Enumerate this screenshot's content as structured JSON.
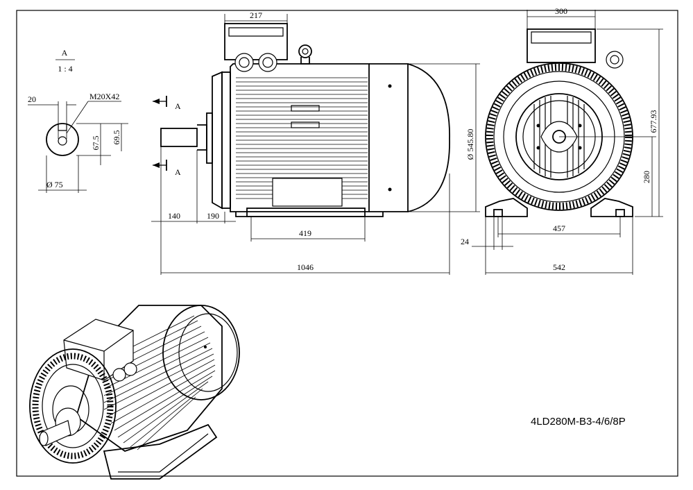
{
  "section_label": {
    "letter": "A",
    "scale": "1 : 4"
  },
  "cut_marks": {
    "top": "A",
    "bottom": "A"
  },
  "shaft_section": {
    "keyway_width": "20",
    "thread": "M20X42",
    "dim_inner": "67.5",
    "dim_outer": "69.5",
    "diameter": "Ø 75"
  },
  "side_view": {
    "terminal_box_width": "217",
    "shaft_length": "140",
    "flange_offset": "190",
    "foot_hole_spacing": "419",
    "overall_length": "1046",
    "body_diameter": "Ø 545.80"
  },
  "end_view": {
    "terminal_box_width": "300",
    "overall_height": "677.93",
    "shaft_height": "280",
    "foot_bolt_spacing": "457",
    "foot_hole": "24",
    "foot_width": "542"
  },
  "model_label": "4LD280M-B3-4/6/8P"
}
